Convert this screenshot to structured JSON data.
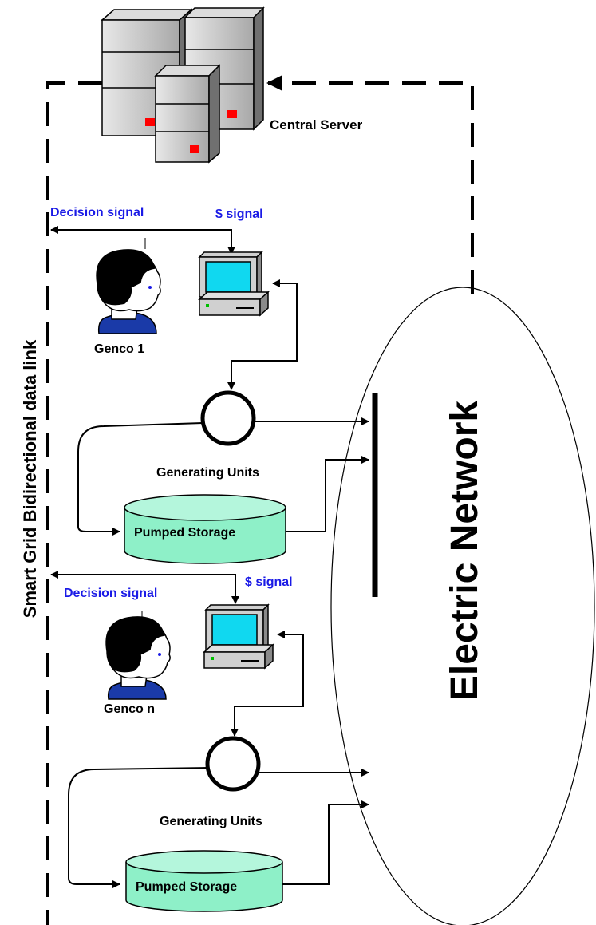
{
  "central_server": {
    "label": "Central Server"
  },
  "link": {
    "label": "Smart Grid Bidirectional data link"
  },
  "network": {
    "label": "Electric Network"
  },
  "genco1": {
    "name": "Genco 1",
    "decision_signal": "Decision signal",
    "price_signal": "$ signal",
    "units_label": "Generating Units",
    "storage_label": "Pumped Storage"
  },
  "gencon": {
    "name": "Genco n",
    "decision_signal": "Decision signal",
    "price_signal": "$ signal",
    "units_label": "Generating Units",
    "storage_label": "Pumped Storage"
  },
  "colors": {
    "signal_text": "#1a1ae6",
    "storage_fill": "#8ef0c8",
    "monitor_screen": "#10d8f0",
    "server_body": "#c0c0c0",
    "indicator": "#ff0000",
    "shirt": "#1a3aa8"
  }
}
